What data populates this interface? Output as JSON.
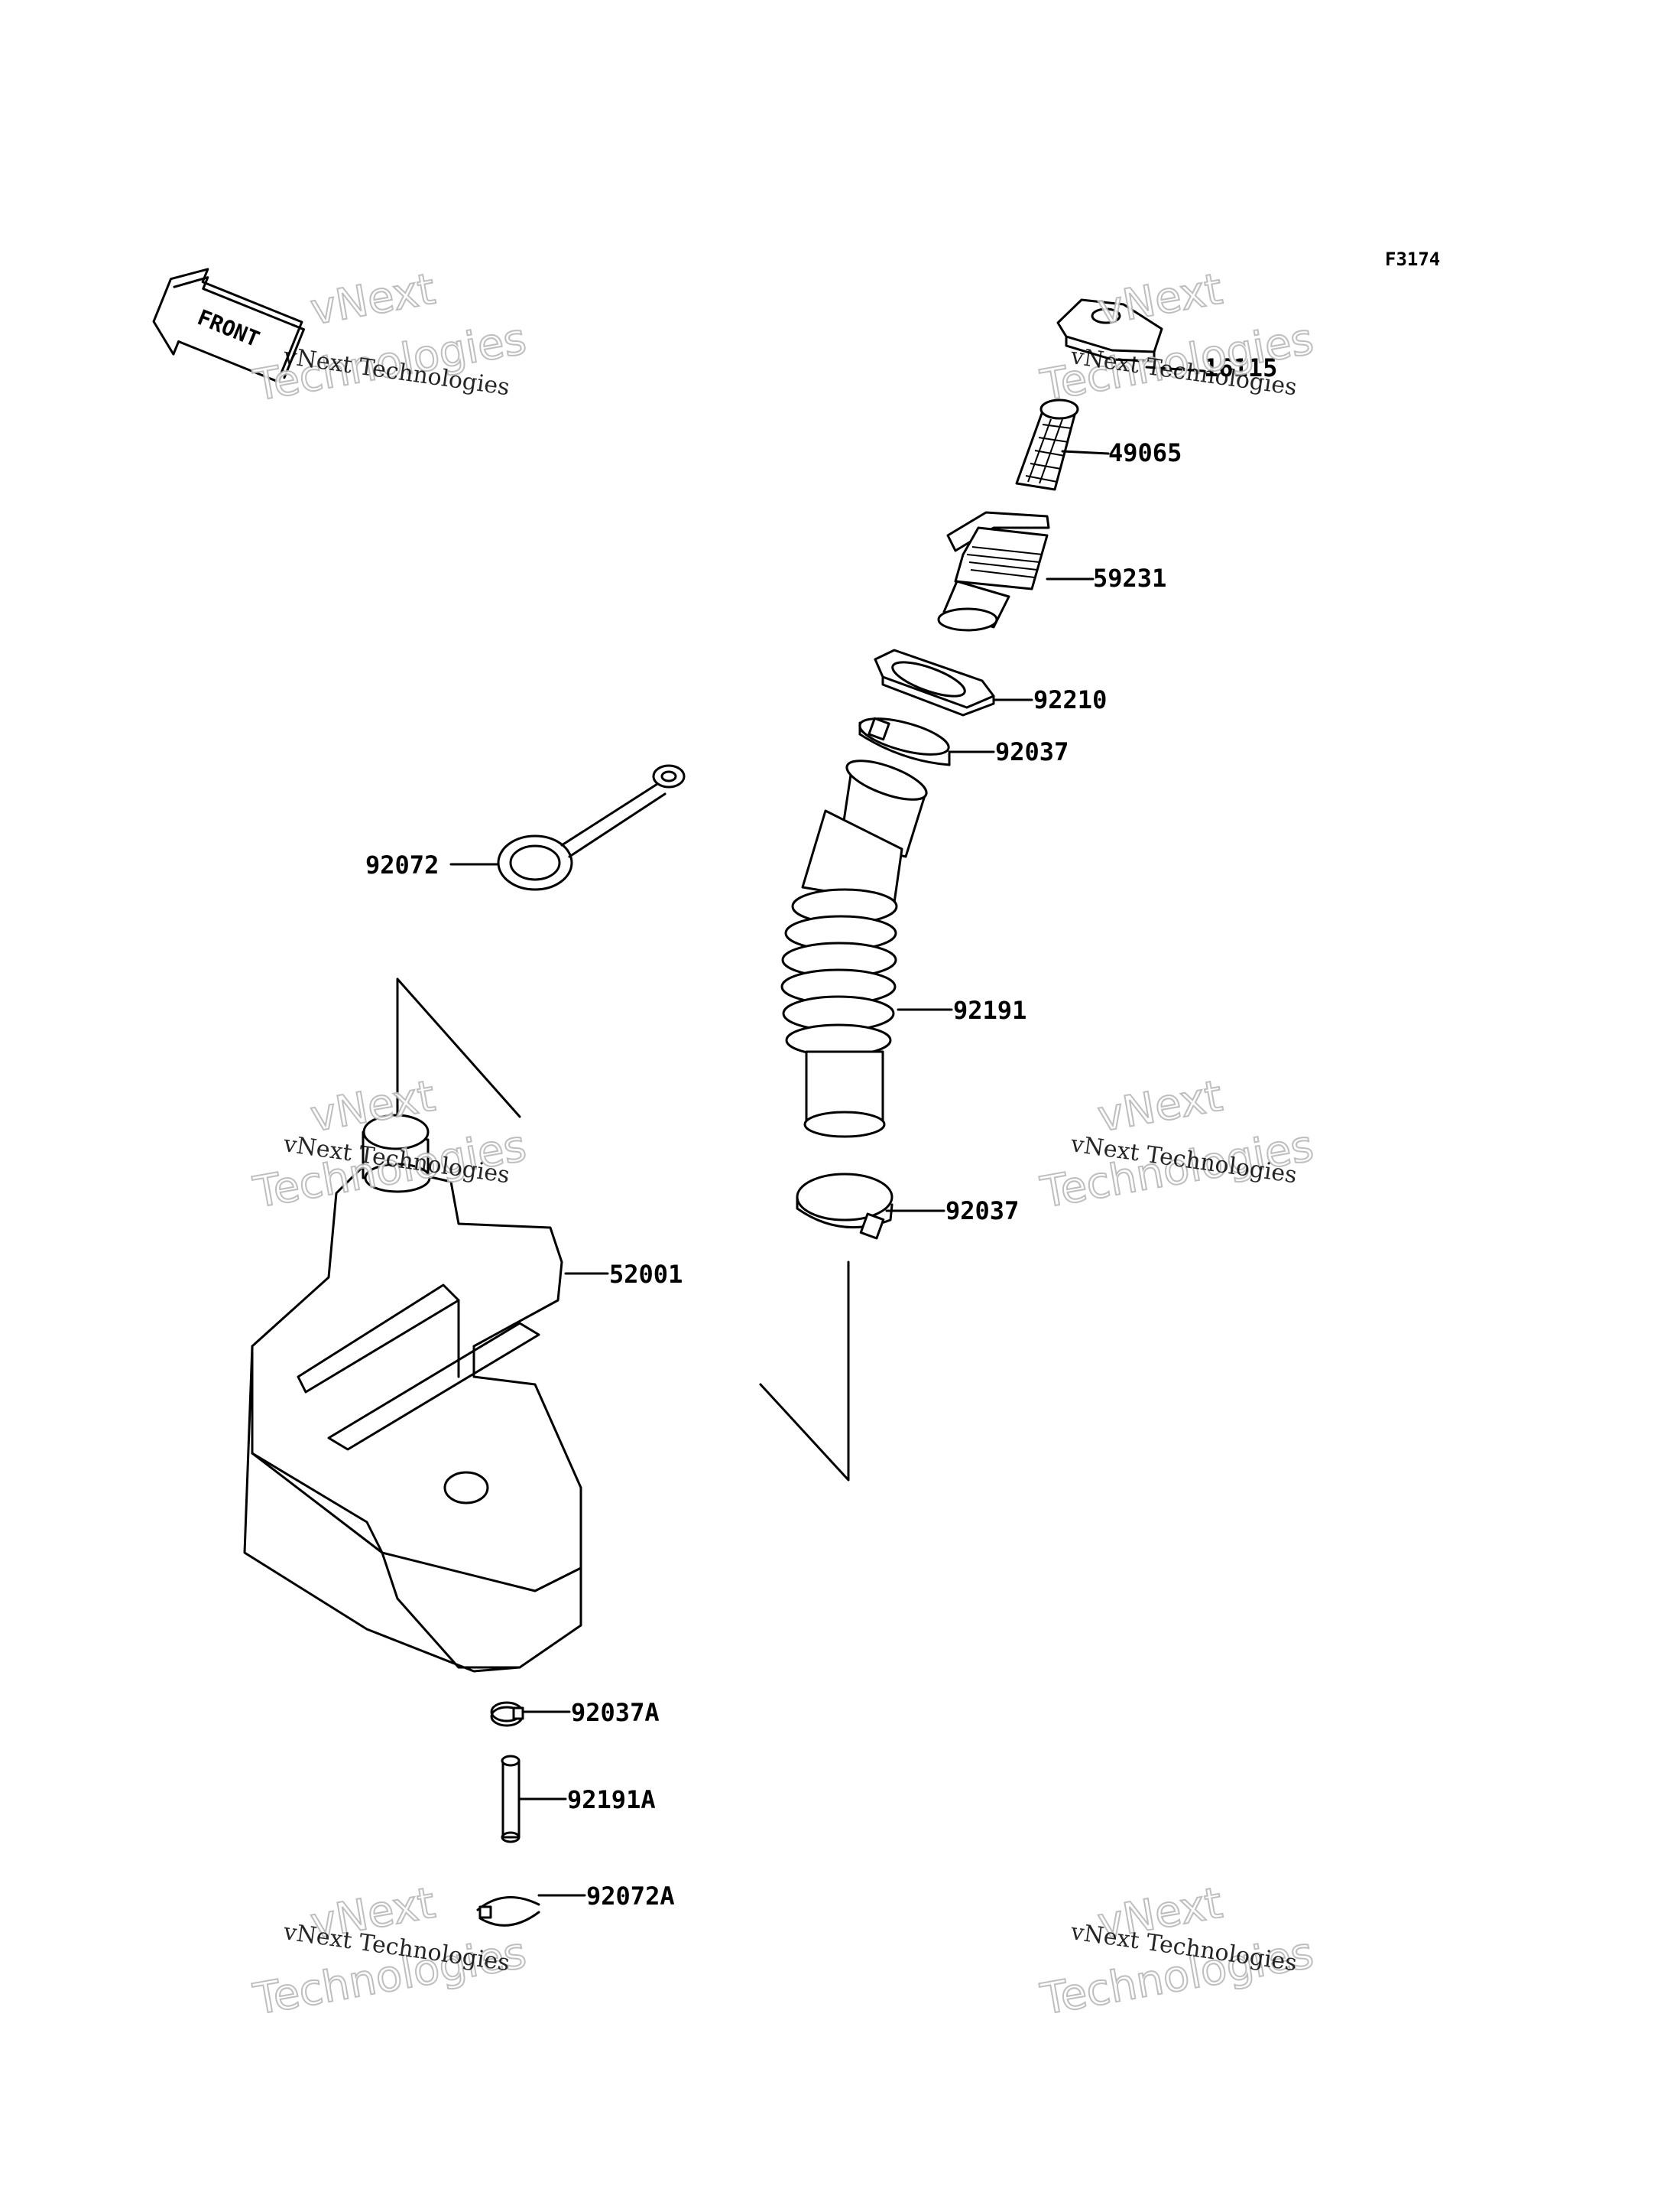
{
  "figure_code": "F3174",
  "front_label": "FRONT",
  "parts": [
    {
      "id": "p16115",
      "number": "16115"
    },
    {
      "id": "p49065",
      "number": "49065"
    },
    {
      "id": "p59231",
      "number": "59231"
    },
    {
      "id": "p92210",
      "number": "92210"
    },
    {
      "id": "p92037a",
      "number": "92037"
    },
    {
      "id": "p92072",
      "number": "92072"
    },
    {
      "id": "p92191",
      "number": "92191"
    },
    {
      "id": "p92037b",
      "number": "92037"
    },
    {
      "id": "p52001",
      "number": "52001"
    },
    {
      "id": "p92037A",
      "number": "92037A"
    },
    {
      "id": "p92191A",
      "number": "92191A"
    },
    {
      "id": "p92072A",
      "number": "92072A"
    }
  ],
  "watermark": {
    "line1": "vNext Technologies",
    "brand_top": "vNext",
    "brand_bottom": "Technologies"
  }
}
